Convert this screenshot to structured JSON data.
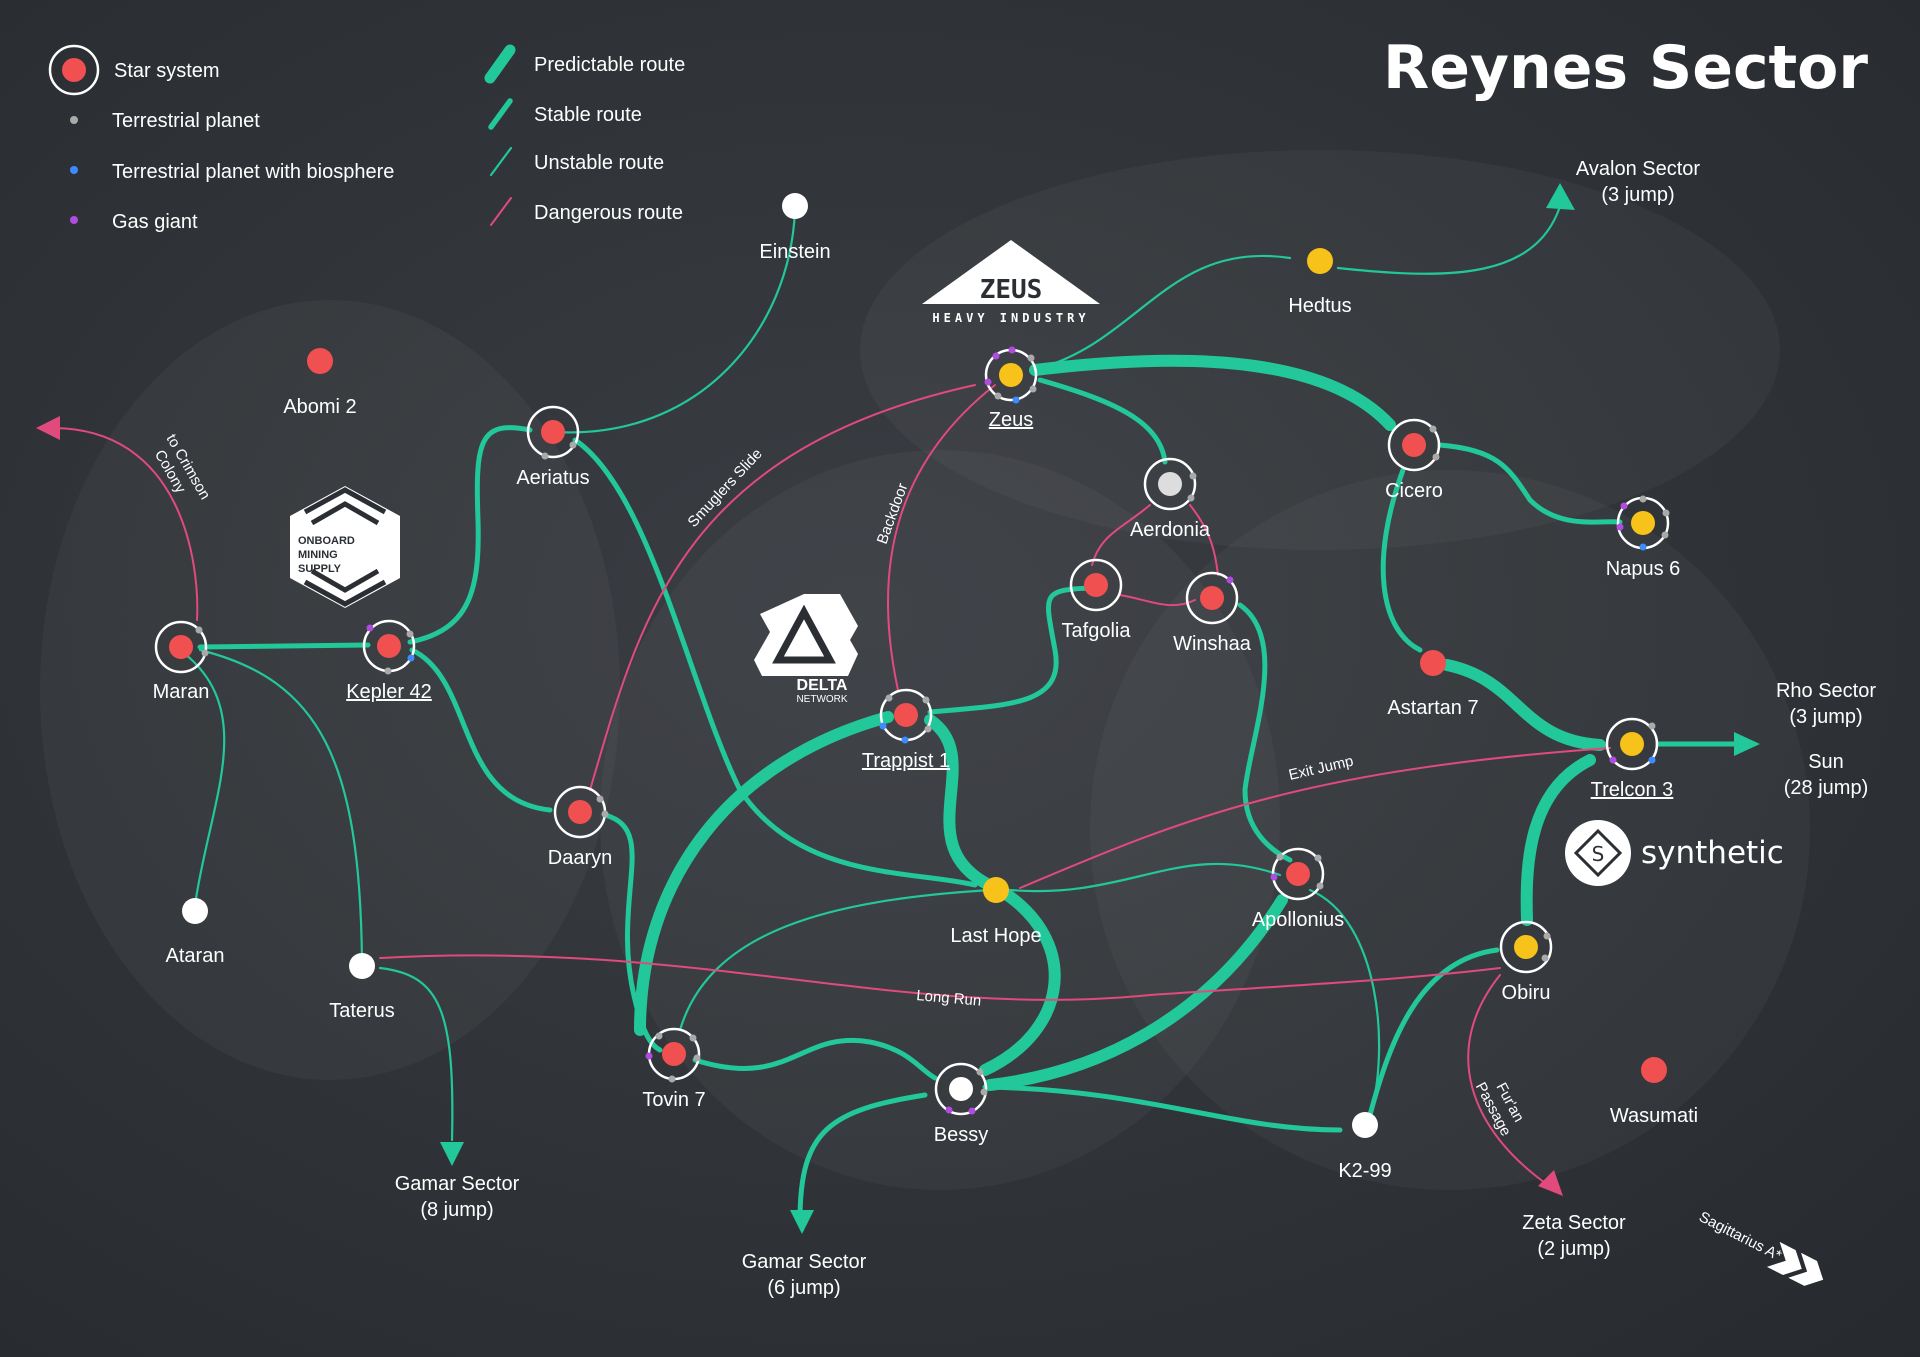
{
  "title": "Reynes Sector",
  "legend": {
    "star_system": "Star system",
    "terrestrial": "Terrestrial planet",
    "biosphere": "Terrestrial planet with biosphere",
    "gas_giant": "Gas giant",
    "predictable": "Predictable route",
    "stable": "Stable route",
    "unstable": "Unstable route",
    "dangerous": "Dangerous route"
  },
  "colors": {
    "background": "#2b2f33",
    "route": "#22c79a",
    "danger": "#e04a7c",
    "red_star": "#f05050",
    "yellow_star": "#f7c21a",
    "white_star": "#ffffff",
    "terrestrial": "#aaaaaa",
    "biosphere": "#3d8bff",
    "gas_giant": "#b04de0"
  },
  "systems": {
    "einstein": "Einstein",
    "abomi": "Abomi 2",
    "aeriatus": "Aeriatus",
    "maran": "Maran",
    "kepler": "Kepler 42",
    "daaryn": "Daaryn",
    "ataran": "Ataran",
    "taterus": "Taterus",
    "zeus": "Zeus",
    "hedtus": "Hedtus",
    "aerdonia": "Aerdonia",
    "cicero": "Cicero",
    "napus": "Napus 6",
    "tafgolia": "Tafgolia",
    "winshaa": "Winshaa",
    "astartan": "Astartan 7",
    "trappist": "Trappist 1",
    "trelcon": "Trelcon 3",
    "lasthope": "Last Hope",
    "apollonius": "Apollonius",
    "obiru": "Obiru",
    "tovin": "Tovin 7",
    "bessy": "Bessy",
    "k299": "K2-99",
    "wasumati": "Wasumati"
  },
  "exits": {
    "avalon": [
      "Avalon Sector",
      "(3 jump)"
    ],
    "rho": [
      "Rho Sector",
      "(3 jump)"
    ],
    "sun": [
      "Sun",
      "(28 jump)"
    ],
    "gamar8": [
      "Gamar Sector",
      "(8 jump)"
    ],
    "gamar6": [
      "Gamar Sector",
      "(6 jump)"
    ],
    "zeta": [
      "Zeta Sector",
      "(2 jump)"
    ],
    "crimson": [
      "to Crimson",
      "Colony"
    ],
    "sagittarius": "Sagittarius A*"
  },
  "route_names": {
    "smuglers": "Smuglers Slide",
    "backdoor": "Backdoor",
    "exit_jump": "Exit Jump",
    "long_run": "Long Run",
    "furian": [
      "Fur'an",
      "Passage"
    ]
  },
  "logos": {
    "zeus_main": "ZEUS",
    "zeus_sub": "HEAVY INDUSTRY",
    "onboard": [
      "ONBOARD",
      "MINING",
      "SUPPLY"
    ],
    "delta_main": "DELTA",
    "delta_sub": "NETWORK",
    "synthetic": "synthetic",
    "synthetic_mark": "S"
  }
}
